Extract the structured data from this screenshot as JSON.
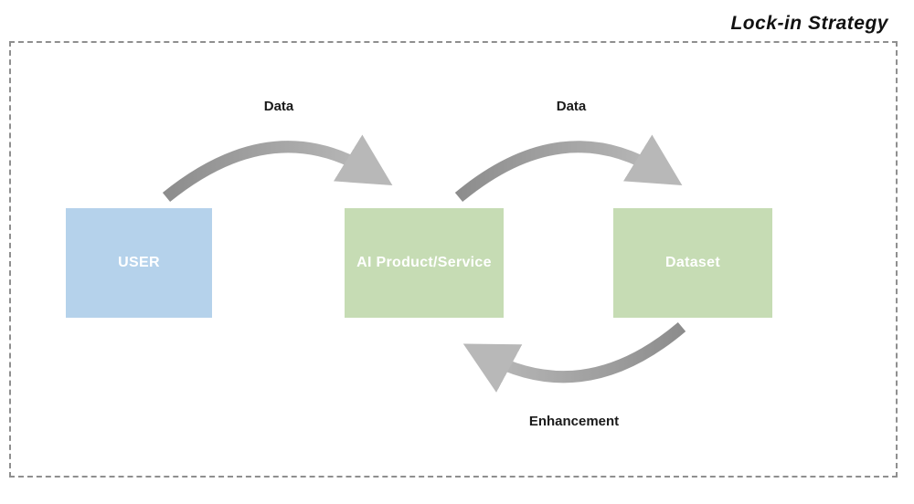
{
  "title": "Lock-in Strategy",
  "diagram": {
    "nodes": [
      {
        "id": "user",
        "label": "USER",
        "color": "#b5d2eb"
      },
      {
        "id": "ai",
        "label": "AI Product/Service",
        "color": "#c6dcb4"
      },
      {
        "id": "dataset",
        "label": "Dataset",
        "color": "#c6dcb4"
      }
    ],
    "edges": [
      {
        "label": "Data",
        "from": "user",
        "to": "ai"
      },
      {
        "label": "Data",
        "from": "ai",
        "to": "dataset"
      },
      {
        "label": "Enhancement",
        "from": "dataset",
        "to": "ai"
      }
    ],
    "arrow_color_dark": "#8c8c8c",
    "arrow_color_light": "#b8b8b8",
    "frame_color": "#8f8f8f"
  }
}
